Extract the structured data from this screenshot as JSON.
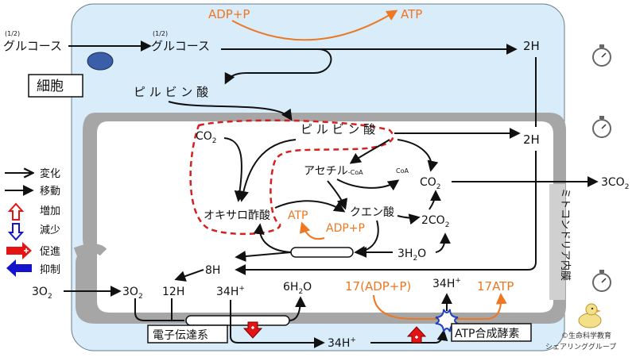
{
  "labels": {
    "adp_p_top": "ADP+P",
    "atp_top": "ATP",
    "half_outside": "(1/2)",
    "glucose_outside": "グルコース",
    "half_inside": "(1/2)",
    "glucose_inside": "グルコース",
    "two_h_top": "2H",
    "cell": "細胞",
    "pyruvic_cyto": "ピ ル ビ ン 酸",
    "pyruvic_mito": "ピ ル ビ ン 酸",
    "two_h_mito": "2H",
    "co2_left": "CO",
    "co2_left_sub": "2",
    "acetyl": "アセチル",
    "acetyl_sub": "-CoA",
    "coa": "CoA",
    "co2_mid": "CO",
    "co2_mid_sub": "2",
    "three_co2": "3CO",
    "three_co2_sub": "2",
    "oxaloacetic": "オキサロ酢酸",
    "atp_cycle": "ATP",
    "citric": "クエン酸",
    "adp_p_cycle": "ADP+P",
    "two_co2": "2CO",
    "two_co2_sub": "2",
    "membrane": "ミトコンドリア内膜",
    "three_h2o": "3H",
    "three_h2o_sub": "2",
    "three_h2o_end": "O",
    "eight_h": "8H",
    "three_o2_out": "3O",
    "three_o2_out_sub": "2",
    "three_o2_in": "3O",
    "three_o2_in_sub": "2",
    "twelve_h": "12H",
    "h34_left": "34H",
    "plus1": "+",
    "six_h2o": "6H",
    "six_h2o_sub": "2",
    "six_h2o_end": "O",
    "adp17": "17(ADP+P)",
    "h34_right": "34H",
    "plus2": "+",
    "atp17": "17ATP",
    "etc": "電子伝達系",
    "h34_bottom": "34H",
    "plus3": "+",
    "atp_synthase": "ATP合成酵素",
    "credit1": "©生命科学教育",
    "credit2": "シェアリンググループ"
  },
  "legend": {
    "change": "変化",
    "move": "移動",
    "increase": "増加",
    "decrease": "減少",
    "promote": "促進",
    "inhibit": "抑制"
  },
  "colors": {
    "cytoplasm": "#d8ecfa",
    "membrane_gray": "#a6a6a6",
    "matrix": "#ffffff",
    "orange": "#ee7722",
    "red": "#e41414",
    "blue": "#1414cc",
    "mito_shape": "#3a5fa8"
  }
}
